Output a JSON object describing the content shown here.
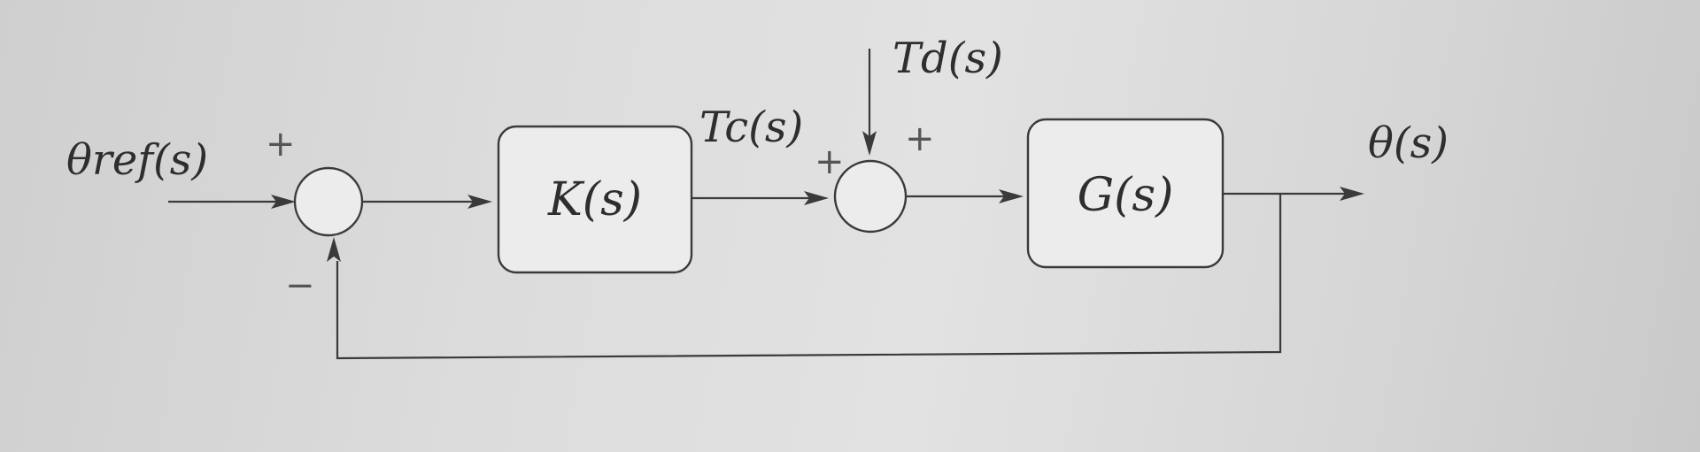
{
  "diagram": {
    "input_label": "θref(s)",
    "output_label": "θ(s)",
    "controller_label": "K(s)",
    "plant_label": "G(s)",
    "control_signal_label": "Tc(s)",
    "disturbance_label": "Td(s)",
    "sum1_plus": "+",
    "sum1_minus": "−",
    "sum2_plus_left": "+",
    "sum2_plus_top": "+"
  }
}
